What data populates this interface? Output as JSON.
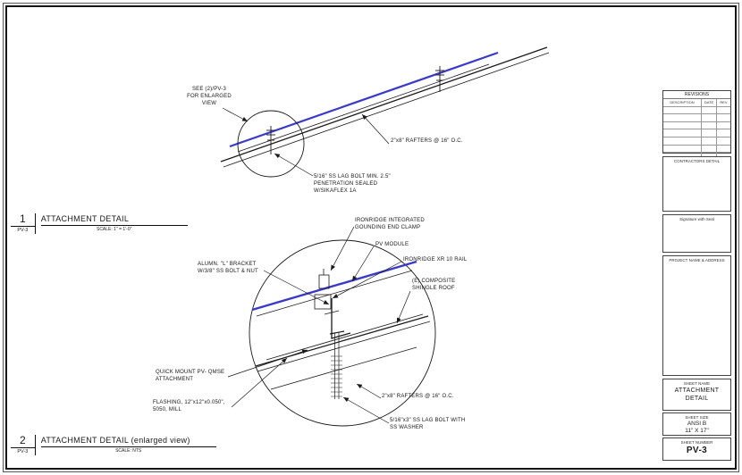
{
  "colors": {
    "pv_line": "#3a3ac8",
    "ink": "#1a1a1a"
  },
  "detail1": {
    "number": "1",
    "sheet_ref": "PV-3",
    "title": "ATTACHMENT DETAIL",
    "scale": "SCALE: 1\" = 1'-0\"",
    "see_note": [
      "SEE (2)/PV-3",
      "FOR ENLARGED",
      "VIEW"
    ],
    "rafters": "2\"x8\" RAFTERS @ 16\" O.C.",
    "lag_bolt": [
      "5/16\" SS LAG BOLT MIN. 2.5\"",
      "PENETRATION SEALED",
      "W/SIKAFLEX 1A"
    ]
  },
  "detail2": {
    "number": "2",
    "sheet_ref": "PV-3",
    "title": "ATTACHMENT DETAIL (enlarged view)",
    "scale": "SCALE: NTS",
    "end_clamp": [
      "IRONRIDGE INTEGRATED",
      "GOUNDING END CLAMP"
    ],
    "pv_module": "PV MODULE",
    "xr_rail": "IRONRIDGE XR 10 RAIL",
    "shingle_roof": [
      "(E) COMPOSITE",
      "SHINGLE ROOF"
    ],
    "l_bracket": [
      "ALUMN. \"L\" BRACKET",
      "W/3/8\" SS BOLT & NUT"
    ],
    "quick_mount": [
      "QUICK MOUNT PV- QMSE",
      "ATTACHMENT"
    ],
    "flashing": [
      "FLASHING, 12\"x12\"x0.050\",",
      "5050, MILL"
    ],
    "rafters": "2\"x8\" RAFTERS @ 16\" O.C.",
    "lag_bolt": [
      "5/16\"x3\" SS LAG BOLT WITH",
      "SS WASHER"
    ]
  },
  "titleblock": {
    "revisions": {
      "title": "REVISIONS",
      "columns": [
        "DESCRIPTION",
        "DATE",
        "REV"
      ]
    },
    "contractors_label": "CONTRACTORS DETAIL",
    "signature_label": "Signature with Seal",
    "project_label": "PROJECT NAME & ADDRESS",
    "sheet_name": {
      "label": "SHEET NAME",
      "value": [
        "ATTACHMENT",
        "DETAIL"
      ]
    },
    "sheet_size": {
      "label": "SHEET SIZE",
      "value": [
        "ANSI B",
        "11\" X 17\""
      ]
    },
    "sheet_number": {
      "label": "SHEET NUMBER",
      "value": "PV-3"
    }
  }
}
